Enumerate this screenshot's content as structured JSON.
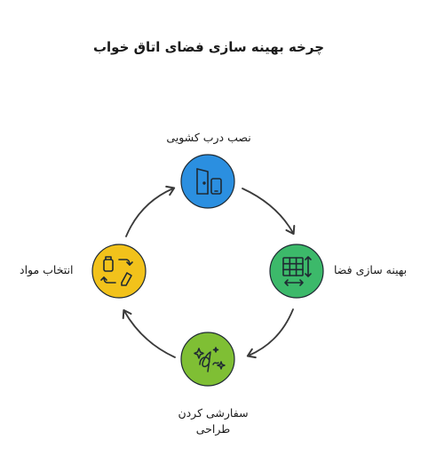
{
  "title": "چرخه بهینه سازی فضای اتاق خواب",
  "nodes": {
    "top": {
      "label": "نصب درب کشویی",
      "icon": "sliding-door-phone-icon",
      "color": "#2b8fe0"
    },
    "right": {
      "label": "بهینه سازی فضا",
      "icon": "grid-arrows-icon",
      "color": "#3cb96a"
    },
    "bottom": {
      "label_line1": "سفارشی کردن",
      "label_line2": "طراحی",
      "icon": "sparkle-signature-icon",
      "color": "#7fbf34"
    },
    "left": {
      "label": "انتخاب مواد",
      "icon": "materials-cycle-icon",
      "color": "#f2c21b"
    }
  },
  "colors": {
    "arrow": "#3a3a3a",
    "icon_stroke": "#1f2a33"
  }
}
